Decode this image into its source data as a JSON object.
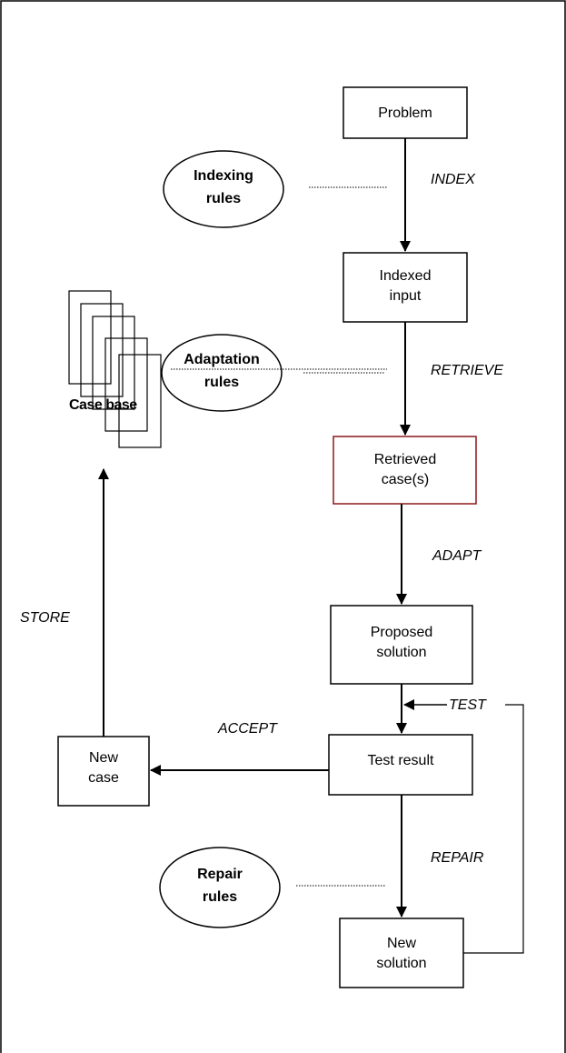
{
  "boxes": {
    "problem": [
      "Problem"
    ],
    "indexed_input": [
      "Indexed",
      "input"
    ],
    "retrieved_cases": [
      "Retrieved",
      "case(s)"
    ],
    "proposed_solution": [
      "Proposed",
      "solution"
    ],
    "test_result": [
      "Test result"
    ],
    "new_solution": [
      "New",
      "solution"
    ],
    "new_case": [
      "New",
      "case"
    ]
  },
  "rules": {
    "indexing": [
      "Indexing",
      "rules"
    ],
    "adaptation": [
      "Adaptation",
      "rules"
    ],
    "repair": [
      "Repair",
      "rules"
    ]
  },
  "steps": {
    "index": "INDEX",
    "retrieve": "RETRIEVE",
    "adapt": "ADAPT",
    "test": "TEST",
    "accept": "ACCEPT",
    "repair": "REPAIR",
    "store": "STORE"
  },
  "case_base_label": "Case base",
  "colors": {
    "stroke": "#000000",
    "highlight_border": "#8b1a1a"
  }
}
